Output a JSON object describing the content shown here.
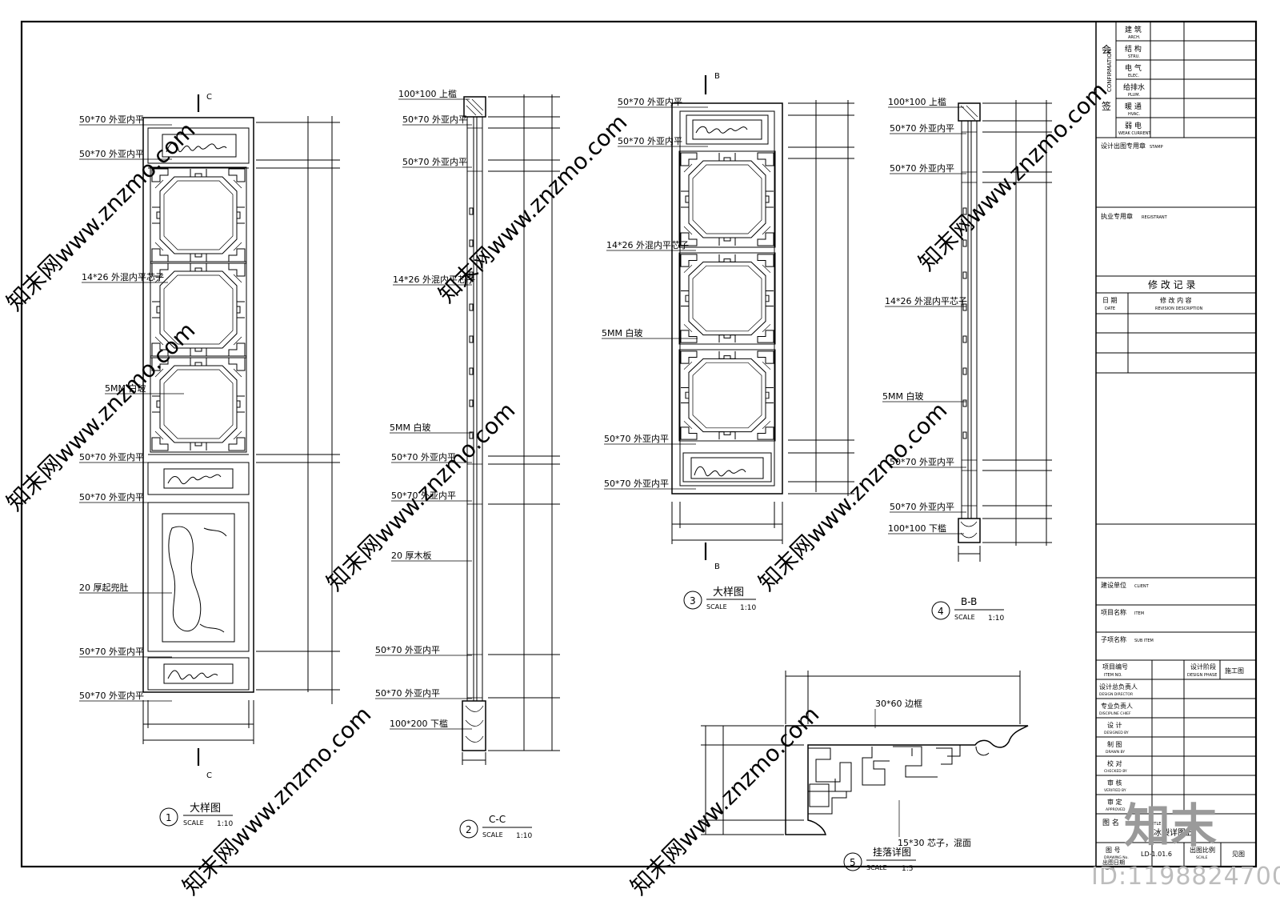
{
  "watermarks": {
    "url_text": "知末网www.znzmo.com",
    "logo_text": "知末",
    "id_text": "ID:1198824700"
  },
  "detail_1": {
    "section_mark": "C",
    "callouts": [
      "50*70 外亚内平",
      "50*70 外亚内平",
      "14*26 外混内平芯子",
      "5MM 白玻",
      "50*70 外亚内平",
      "50*70 外亚内平",
      "20 厚起兜肚",
      "50*70 外亚内平",
      "50*70 外亚内平"
    ],
    "title_number": "1",
    "title": "大样图",
    "scale_label": "SCALE",
    "scale": "1:10"
  },
  "detail_2": {
    "callouts": [
      "100*100 上槛",
      "50*70 外亚内平",
      "50*70 外亚内平",
      "14*26 外混内平芯子",
      "5MM 白玻",
      "50*70 外亚内平",
      "50*70 外亚内平",
      "20 厚木板",
      "50*70 外亚内平",
      "50*70 外亚内平",
      "100*200 下槛"
    ],
    "title_number": "2",
    "title": "C-C",
    "scale_label": "SCALE",
    "scale": "1:10"
  },
  "detail_3": {
    "section_mark": "B",
    "callouts": [
      "50*70 外亚内平",
      "50*70 外亚内平",
      "14*26 外混内平芯子",
      "5MM 白玻",
      "50*70 外亚内平",
      "50*70 外亚内平"
    ],
    "title_number": "3",
    "title": "大样图",
    "scale_label": "SCALE",
    "scale": "1:10"
  },
  "detail_4": {
    "callouts": [
      "100*100 上槛",
      "50*70 外亚内平",
      "50*70 外亚内平",
      "14*26 外混内平芯子",
      "5MM 白玻",
      "50*70 外亚内平",
      "50*70 外亚内平",
      "100*100 下槛"
    ],
    "title_number": "4",
    "title": "B-B",
    "scale_label": "SCALE",
    "scale": "1:10"
  },
  "detail_5": {
    "callouts": [
      "30*60 边框",
      "15*30 芯子，混面"
    ],
    "title_number": "5",
    "title": "挂落详图",
    "scale_label": "SCALE",
    "scale": "1:5"
  },
  "title_block": {
    "confirmation_cn_top": "会",
    "confirmation_cn_bottom": "签",
    "confirmation_en": "CONFIRMATION",
    "disciplines": [
      {
        "cn": "建 筑",
        "en": "ARCH."
      },
      {
        "cn": "结 构",
        "en": "STRU."
      },
      {
        "cn": "电 气",
        "en": "ELEC."
      },
      {
        "cn": "给排水",
        "en": "PLUM."
      },
      {
        "cn": "暖 通",
        "en": "HVAC."
      },
      {
        "cn": "弱 电",
        "en": "WEAK CURRENT"
      }
    ],
    "stamp_cn": "设计出图专用章",
    "stamp_en": "STAMP",
    "registrant_cn": "执业专用章",
    "registrant_en": "REGISTRANT",
    "revision_title": "修 改 记 录",
    "revision_date_cn": "日 期",
    "revision_date_en": "DATE",
    "revision_desc_cn": "修 改 内 容",
    "revision_desc_en": "REVISION DESCRIPTION",
    "client_cn": "建设单位",
    "client_en": "CLIENT",
    "item_cn": "项目名称",
    "item_en": "ITEM",
    "sub_item_cn": "子项名称",
    "sub_item_en": "SUB ITEM",
    "item_no_cn": "项目编号",
    "item_no_en": "ITEM NO.",
    "design_phase_cn": "设计阶段",
    "design_phase_en": "DESIGN PHASE",
    "design_phase_value": "施工图",
    "roles": [
      {
        "cn": "设计总负责人",
        "en": "DESIGN DIRECTOR"
      },
      {
        "cn": "专业负责人",
        "en": "DISCIPLINE CHIEF"
      },
      {
        "cn": "设 计",
        "en": "DESIGNED BY"
      },
      {
        "cn": "制 图",
        "en": "DRAWN BY"
      },
      {
        "cn": "校 对",
        "en": "CHECKED BY"
      },
      {
        "cn": "审 核",
        "en": "VERIFIED BY"
      },
      {
        "cn": "审 定",
        "en": "APPROVED"
      }
    ],
    "drawing_title_cn": "图 名",
    "drawing_title_en": "DRAWING TITLE",
    "drawing_title_value": "冰裂详图五",
    "drawing_no_cn": "图 号",
    "drawing_no_en": "DRAWING No.",
    "drawing_no_value": "LD-1.01.6",
    "scale_cn": "出图比例",
    "scale_en": "SCALE",
    "scale_value": "见图",
    "date_cn": "出图日期",
    "date_en": "DATE"
  }
}
